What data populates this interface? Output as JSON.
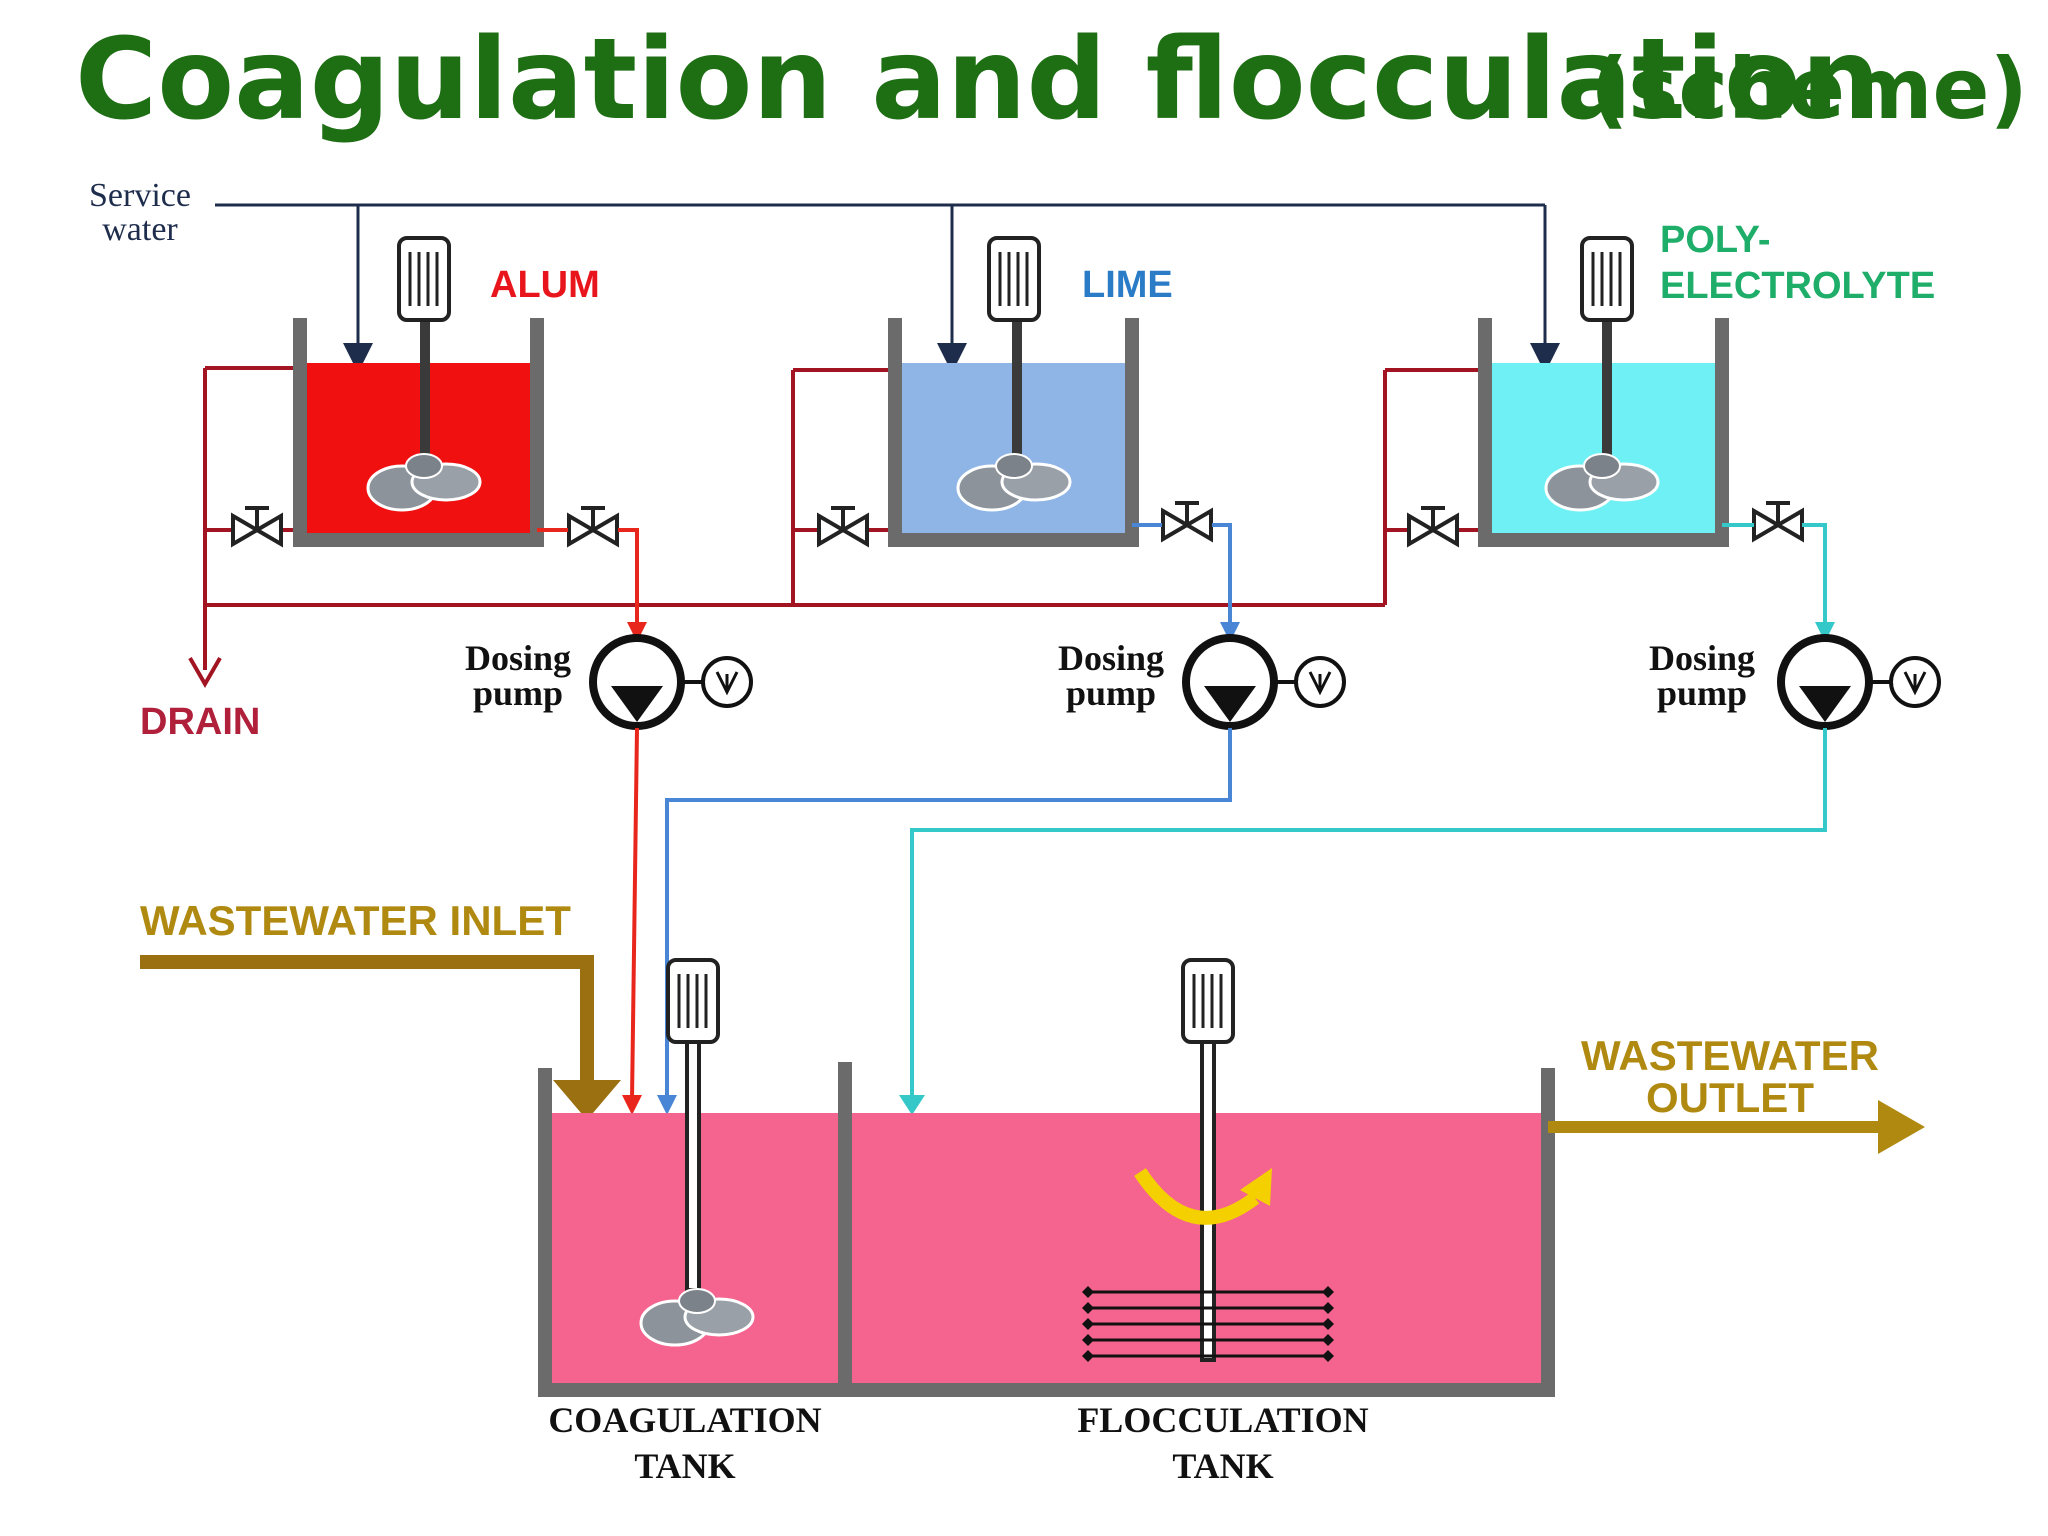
{
  "title": {
    "main": "Coagulation and flocculation",
    "suffix": "(scheme)"
  },
  "labels": {
    "service_water_line1": "Service",
    "service_water_line2": "water",
    "alum": "ALUM",
    "lime": "LIME",
    "poly_line1": "POLY-",
    "poly_line2": "ELECTROLYTE",
    "drain": "DRAIN",
    "dosing_pump_line1": "Dosing",
    "dosing_pump_line2": "pump",
    "wastewater_inlet": "WASTEWATER INLET",
    "wastewater_outlet_line1": "WASTEWATER",
    "wastewater_outlet_line2": "OUTLET",
    "coag_tank_line1": "COAGULATION",
    "coag_tank_line2": "TANK",
    "floc_tank_line1": "FLOCCULATION",
    "floc_tank_line2": "TANK"
  },
  "colors": {
    "title": "#1e6e14",
    "alum_label": "#e8161c",
    "lime_label": "#2a7cc7",
    "poly_label": "#1fae6a",
    "drain_label": "#b0203a",
    "wastewater_label": "#b08a10",
    "alum_fill": "#f01010",
    "lime_fill": "#8fb4e6",
    "poly_fill": "#6ef0f4",
    "main_tank_fill": "#f5638f",
    "drain_pipe": "#a31422",
    "service_pipe": "#1f2d4d",
    "tank_wall": "#6b6b6b"
  }
}
